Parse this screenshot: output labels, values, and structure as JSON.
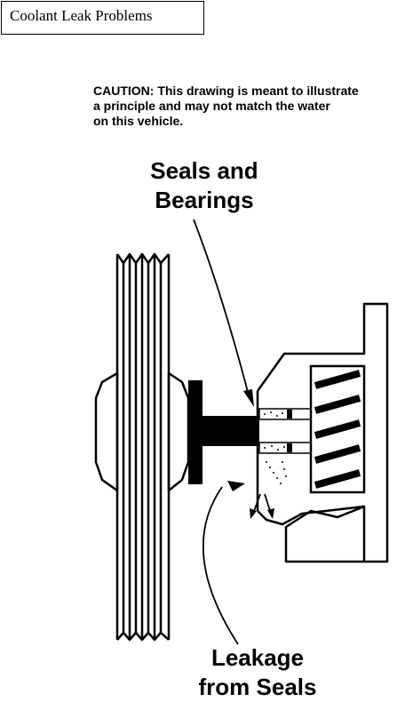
{
  "title": "Coolant Leak Problems",
  "caution": {
    "line1": "CAUTION:  This drawing is meant to illustrate",
    "line2": "a principle and may not match the water",
    "line3": "on this vehicle."
  },
  "labels": {
    "seals_line1": "Seals and",
    "seals_line2": "Bearings",
    "leak_line1": "Leakage",
    "leak_line2": "from Seals"
  }
}
